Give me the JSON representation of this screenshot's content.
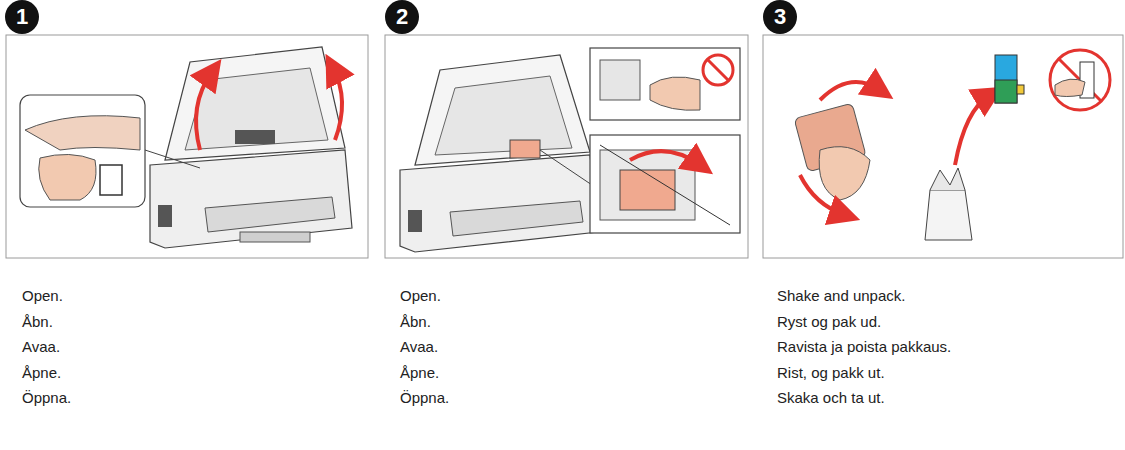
{
  "diagram": {
    "nodes": [
      {
        "text": [
          "1"
        ]
      },
      {
        "text": [
          "2"
        ]
      },
      {
        "text": [
          "3"
        ]
      }
    ],
    "labels": [
      "Open.",
      "Åbn.",
      "Avaa.",
      "Åpne.",
      "Öppna.",
      "Open.",
      "Åbn.",
      "Avaa.",
      "Åpne.",
      "Öppna.",
      "Shake and unpack.",
      "Ryst og pak ud.",
      "Ravista ja poista pakkaus.",
      "Rist, og pakk ut.",
      "Skaka och ta ut."
    ]
  }
}
